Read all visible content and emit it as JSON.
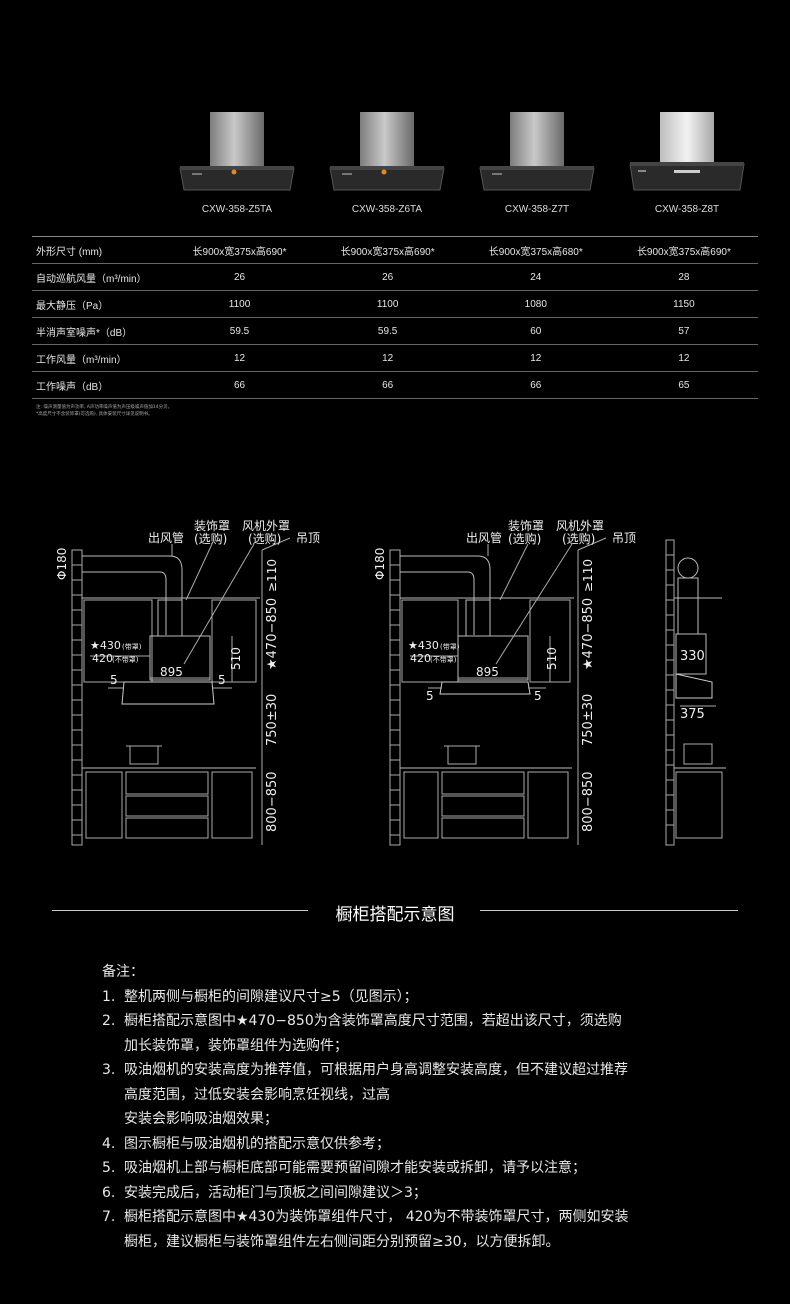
{
  "products": [
    {
      "model": "CXW-358-Z5TA"
    },
    {
      "model": "CXW-358-Z6TA"
    },
    {
      "model": "CXW-358-Z7T"
    },
    {
      "model": "CXW-358-Z8T"
    }
  ],
  "specs": [
    {
      "label": "外形尺寸 (mm)",
      "values": [
        "长900x宽375x高690*",
        "长900x宽375x高690*",
        "长900x宽375x高680*",
        "长900x宽375x高690*"
      ]
    },
    {
      "label": "自动巡航风量（m³/min）",
      "values": [
        "26",
        "26",
        "24",
        "28"
      ]
    },
    {
      "label": "最大静压（Pa）",
      "values": [
        "1100",
        "1100",
        "1080",
        "1150"
      ]
    },
    {
      "label": "半消声室噪声*（dB）",
      "values": [
        "59.5",
        "59.5",
        "60",
        "57"
      ]
    },
    {
      "label": "工作风量（m³/min）",
      "values": [
        "12",
        "12",
        "12",
        "12"
      ]
    },
    {
      "label": "工作噪声（dB）",
      "values": [
        "66",
        "66",
        "66",
        "65"
      ]
    }
  ],
  "footnotes": [
    "注: 噪声测量值为声功率, A声功率噪声值为声压级噪声值加14分贝。",
    "*高度尺寸不含装饰罩(可选购), 具体安装尺寸详见说明书。"
  ],
  "diagram": {
    "labels": {
      "outlet_pipe": "出风管",
      "deco_cover": "装饰罩",
      "optional": "(选购)",
      "fan_cover": "风机外罩",
      "ceiling": "吊顶",
      "phi": "Φ180",
      "gap_top": "≥110",
      "height_range": "★470−850",
      "w430": "★430",
      "with_cover": "(带罩)",
      "w420": "420",
      "no_cover": "(不带罩)",
      "width": "895",
      "h510": "510",
      "gap5": "5",
      "install_h": "750±30",
      "cabinet_h": "800−850",
      "side_330": "330",
      "side_375": "375"
    }
  },
  "section_title": "橱柜搭配示意图",
  "notes": {
    "title": "备注：",
    "items": [
      {
        "num": "1.",
        "lines": [
          "整机两侧与橱柜的间隙建议尺寸≥5（见图示）；"
        ]
      },
      {
        "num": "2.",
        "lines": [
          "橱柜搭配示意图中★470−850为含装饰罩高度尺寸范围，若超出该尺寸，须选购",
          "加长装饰罩，装饰罩组件为选购件；"
        ]
      },
      {
        "num": "3.",
        "lines": [
          "吸油烟机的安装高度为推荐值，可根据用户身高调整安装高度，但不建议超过推荐",
          "高度范围，过低安装会影响烹饪视线，过高",
          "安装会影响吸油烟效果；"
        ]
      },
      {
        "num": "4.",
        "lines": [
          "图示橱柜与吸油烟机的搭配示意仅供参考；"
        ]
      },
      {
        "num": "5.",
        "lines": [
          "吸油烟机上部与橱柜底部可能需要预留间隙才能安装或拆卸，请予以注意；"
        ]
      },
      {
        "num": "6.",
        "lines": [
          "安装完成后，活动柜门与顶板之间间隙建议＞3；"
        ]
      },
      {
        "num": "7.",
        "lines": [
          "橱柜搭配示意图中★430为装饰罩组件尺寸， 420为不带装饰罩尺寸，两侧如安装",
          "橱柜，建议橱柜与装饰罩组件左右侧间距分别预留≥30，以方便拆卸。"
        ]
      }
    ]
  }
}
